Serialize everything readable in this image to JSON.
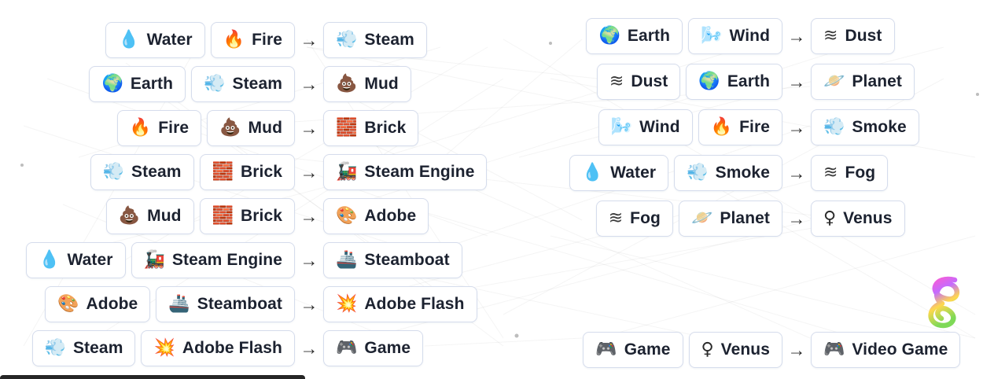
{
  "labels": {
    "arrow": "→"
  },
  "colors": {
    "pill_border": "#d5dcec",
    "pill_background": "#ffffff",
    "text": "#1c2230",
    "arrow": "#2b2b2b",
    "bottom_bar": "#262626",
    "logo_gradient": [
      "#ff5bd1",
      "#c46bff",
      "#ffd84d",
      "#7ed957"
    ]
  },
  "left_recipes": [
    {
      "a": {
        "name": "water",
        "icon": "💧",
        "label": "Water",
        "color": "#3b9ae1"
      },
      "b": {
        "name": "fire",
        "icon": "🔥",
        "label": "Fire",
        "color": "#f2762e"
      },
      "result": {
        "name": "steam",
        "icon": "💨",
        "label": "Steam",
        "color": "#5d6c80"
      }
    },
    {
      "a": {
        "name": "earth",
        "icon": "🌍",
        "label": "Earth",
        "color": "#2e7d43"
      },
      "b": {
        "name": "steam",
        "icon": "💨",
        "label": "Steam",
        "color": "#5d6c80"
      },
      "result": {
        "name": "mud",
        "icon": "💩",
        "label": "Mud",
        "color": "#8d5524"
      }
    },
    {
      "a": {
        "name": "fire",
        "icon": "🔥",
        "label": "Fire",
        "color": "#f2762e"
      },
      "b": {
        "name": "mud",
        "icon": "💩",
        "label": "Mud",
        "color": "#8d5524"
      },
      "result": {
        "name": "brick",
        "icon": "🧱",
        "label": "Brick",
        "color": "#b5651d"
      }
    },
    {
      "a": {
        "name": "steam",
        "icon": "💨",
        "label": "Steam",
        "color": "#5d6c80"
      },
      "b": {
        "name": "brick",
        "icon": "🧱",
        "label": "Brick",
        "color": "#b5651d"
      },
      "result": {
        "name": "steam-engine",
        "icon": "🚂",
        "label": "Steam Engine",
        "color": "#4a4a4a"
      }
    },
    {
      "a": {
        "name": "mud",
        "icon": "💩",
        "label": "Mud",
        "color": "#8d5524"
      },
      "b": {
        "name": "brick",
        "icon": "🧱",
        "label": "Brick",
        "color": "#b5651d"
      },
      "result": {
        "name": "adobe",
        "icon": "🎨",
        "label": "Adobe",
        "color": "#c98a2d"
      }
    },
    {
      "a": {
        "name": "water",
        "icon": "💧",
        "label": "Water",
        "color": "#3b9ae1"
      },
      "b": {
        "name": "steam-engine",
        "icon": "🚂",
        "label": "Steam Engine",
        "color": "#4a4a4a"
      },
      "result": {
        "name": "steamboat",
        "icon": "🚢",
        "label": "Steamboat",
        "color": "#3a6ea5"
      }
    },
    {
      "a": {
        "name": "adobe",
        "icon": "🎨",
        "label": "Adobe",
        "color": "#c98a2d"
      },
      "b": {
        "name": "steamboat",
        "icon": "🚢",
        "label": "Steamboat",
        "color": "#3a6ea5"
      },
      "result": {
        "name": "adobe-flash",
        "icon": "💥",
        "label": "Adobe Flash",
        "color": "#d32f2f"
      }
    },
    {
      "a": {
        "name": "steam",
        "icon": "💨",
        "label": "Steam",
        "color": "#5d6c80"
      },
      "b": {
        "name": "adobe-flash",
        "icon": "💥",
        "label": "Adobe Flash",
        "color": "#d32f2f"
      },
      "result": {
        "name": "game",
        "icon": "🎮",
        "label": "Game",
        "color": "#26262b"
      }
    }
  ],
  "right_recipes": [
    {
      "a": {
        "name": "earth",
        "icon": "🌍",
        "label": "Earth",
        "color": "#2e7d43"
      },
      "b": {
        "name": "wind",
        "icon": "🌬️",
        "label": "Wind",
        "color": "#56a8d6"
      },
      "result": {
        "name": "dust",
        "icon": "≋",
        "label": "Dust",
        "color": "#3a3a3a"
      }
    },
    {
      "a": {
        "name": "dust",
        "icon": "≋",
        "label": "Dust",
        "color": "#3a3a3a"
      },
      "b": {
        "name": "earth",
        "icon": "🌍",
        "label": "Earth",
        "color": "#2e7d43"
      },
      "result": {
        "name": "planet",
        "icon": "🪐",
        "label": "Planet",
        "color": "#e0973f"
      }
    },
    {
      "a": {
        "name": "wind",
        "icon": "🌬️",
        "label": "Wind",
        "color": "#56a8d6"
      },
      "b": {
        "name": "fire",
        "icon": "🔥",
        "label": "Fire",
        "color": "#f2762e"
      },
      "result": {
        "name": "smoke",
        "icon": "💨",
        "label": "Smoke",
        "color": "#5d6c80"
      }
    },
    {
      "a": {
        "name": "water",
        "icon": "💧",
        "label": "Water",
        "color": "#3b9ae1"
      },
      "b": {
        "name": "smoke",
        "icon": "💨",
        "label": "Smoke",
        "color": "#5d6c80"
      },
      "result": {
        "name": "fog",
        "icon": "≋",
        "label": "Fog",
        "color": "#3a3a3a"
      }
    },
    {
      "a": {
        "name": "fog",
        "icon": "≋",
        "label": "Fog",
        "color": "#3a3a3a"
      },
      "b": {
        "name": "planet",
        "icon": "🪐",
        "label": "Planet",
        "color": "#e0973f"
      },
      "result": {
        "name": "venus",
        "icon": "♀",
        "label": "Venus",
        "color": "#2b2b2b"
      }
    },
    {
      "a": {
        "name": "game",
        "icon": "🎮",
        "label": "Game",
        "color": "#26262b"
      },
      "b": {
        "name": "venus",
        "icon": "♀",
        "label": "Venus",
        "color": "#2b2b2b"
      },
      "result": {
        "name": "video-game",
        "icon": "🎮",
        "label": "Video Game",
        "color": "#26262b"
      }
    }
  ]
}
